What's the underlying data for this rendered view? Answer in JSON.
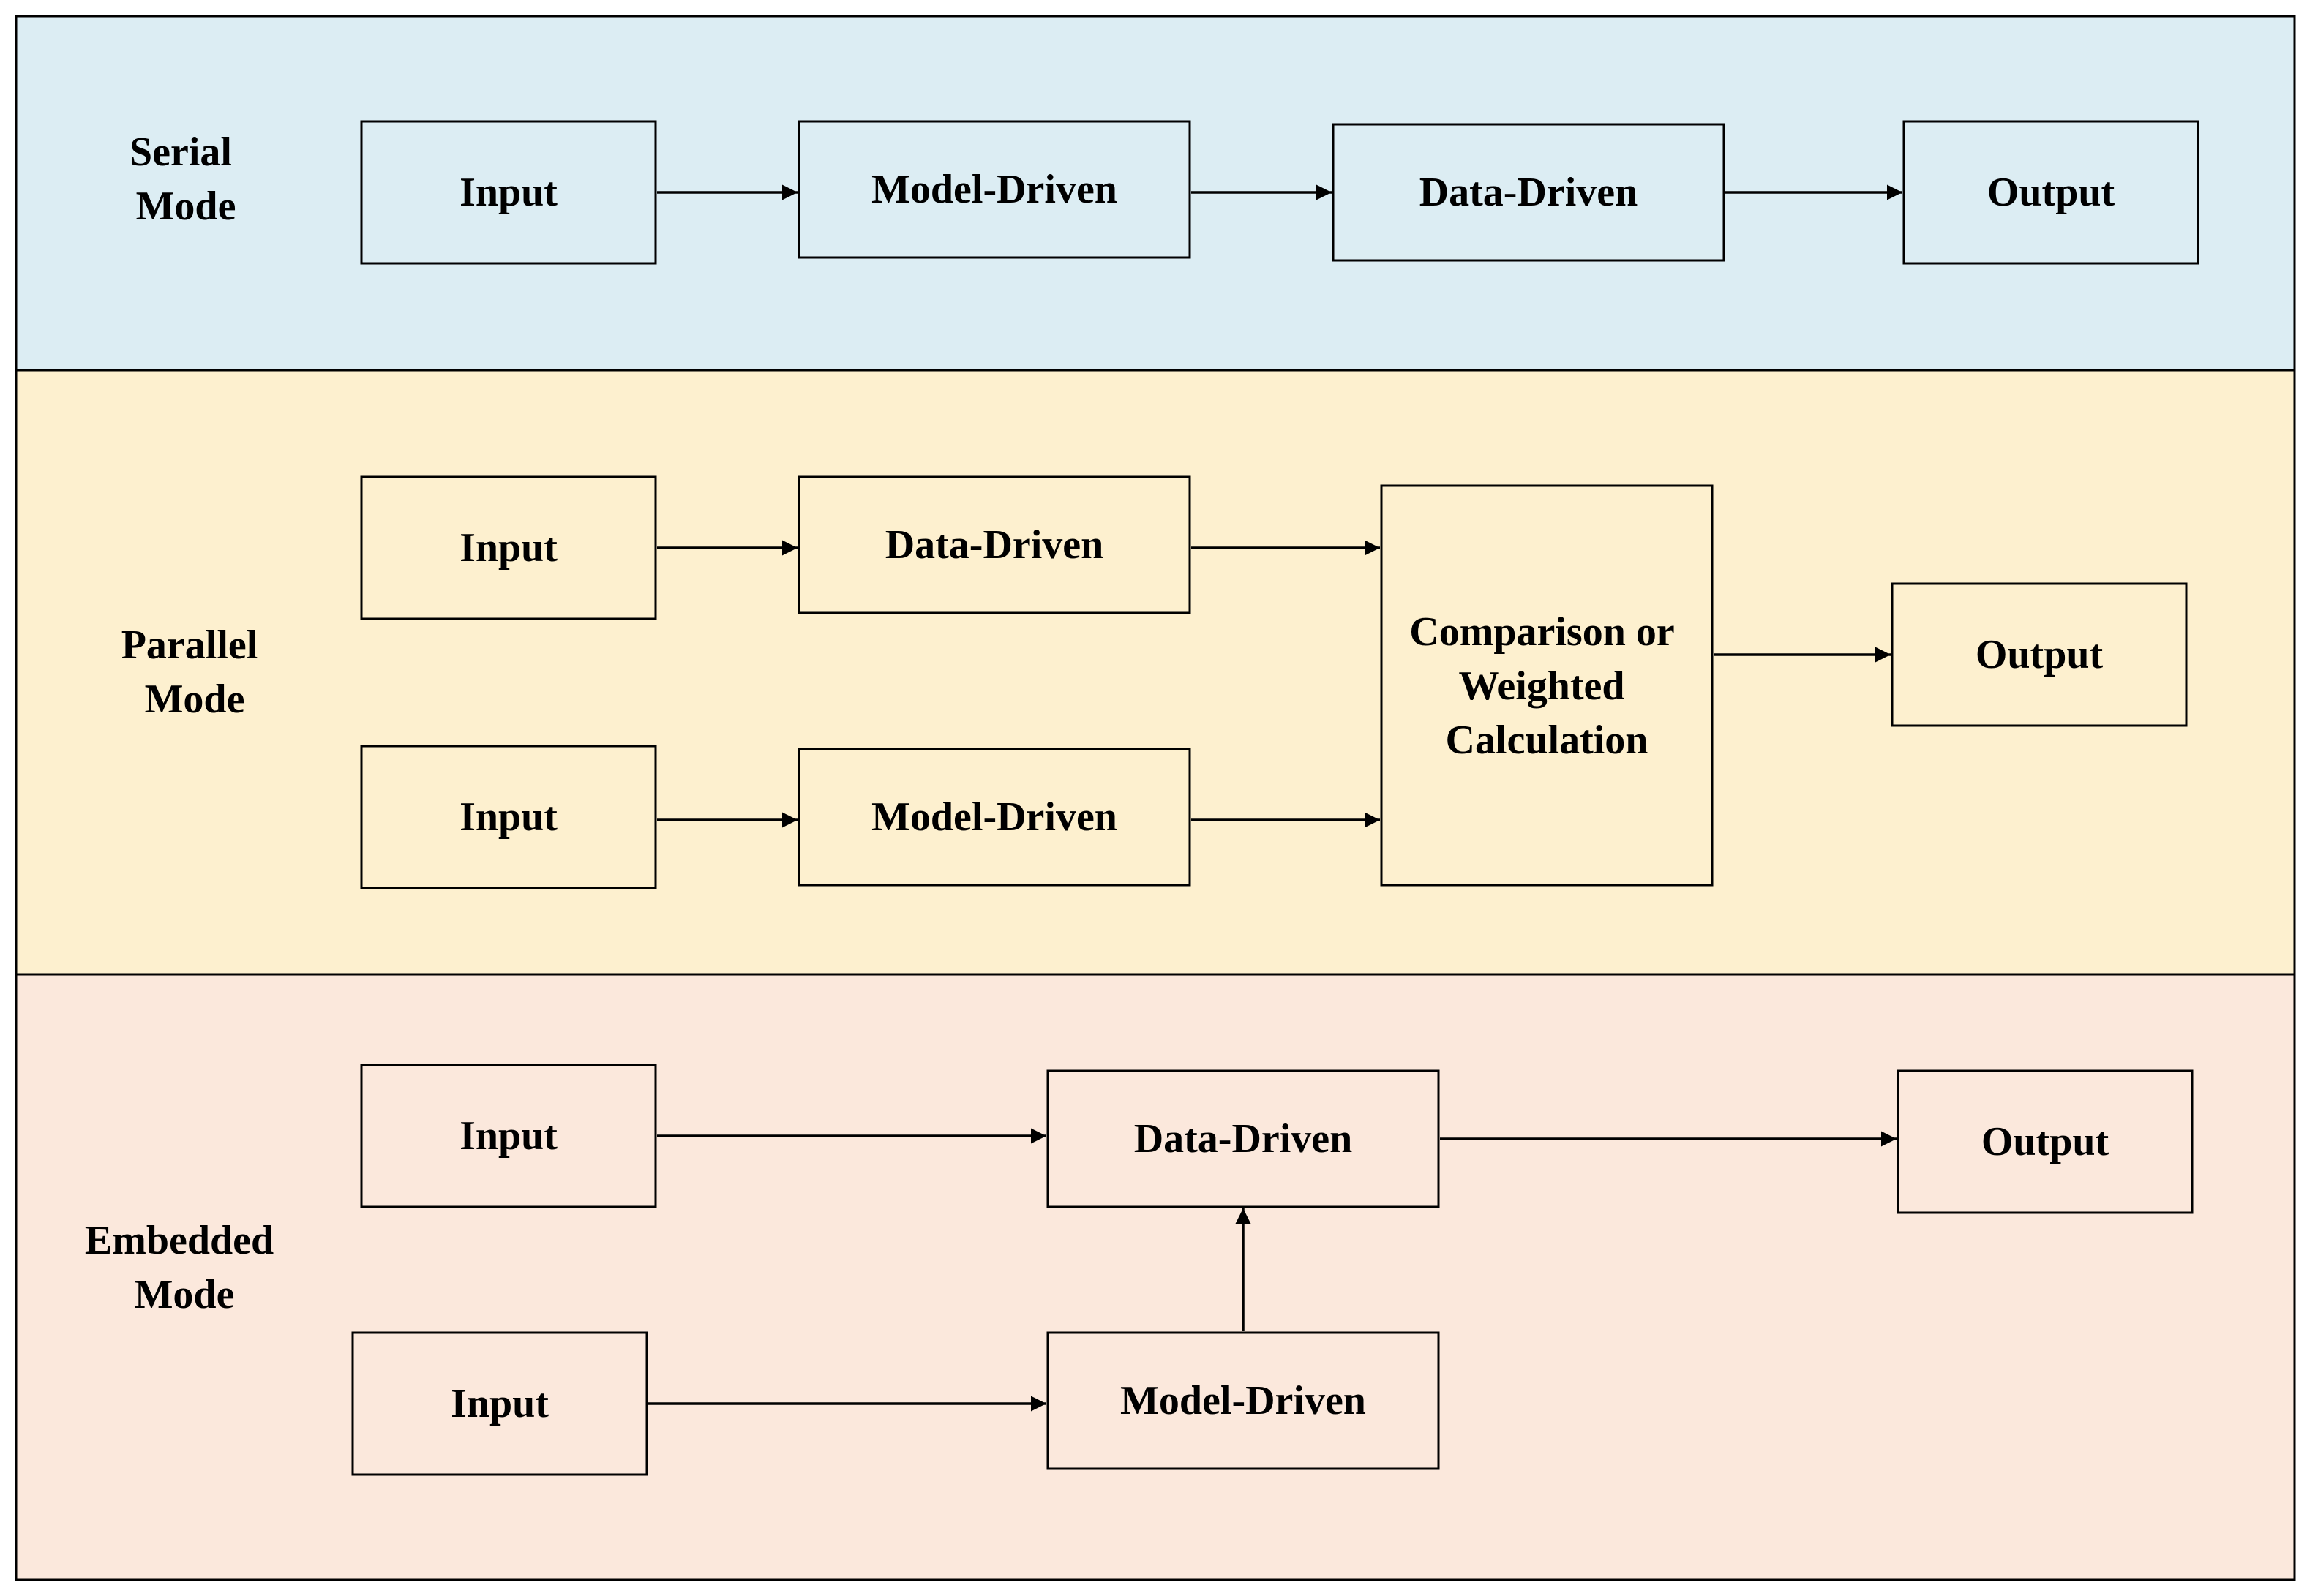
{
  "colors": {
    "serial_band": "#dcedf3",
    "parallel_band": "#fdf0cf",
    "embedded_band": "#fbe8dc",
    "stroke": "#000000",
    "text": "#000000"
  },
  "serial": {
    "mode_label": [
      "Serial",
      "Mode"
    ],
    "input": "Input",
    "model_driven": "Model-Driven",
    "data_driven": "Data-Driven",
    "output": "Output"
  },
  "parallel": {
    "mode_label": [
      "Parallel",
      "Mode"
    ],
    "input_top": "Input",
    "data_driven": "Data-Driven",
    "input_bottom": "Input",
    "model_driven": "Model-Driven",
    "combiner": [
      "Comparison or",
      "Weighted",
      "Calculation"
    ],
    "output": "Output"
  },
  "embedded": {
    "mode_label": [
      "Embedded",
      "Mode"
    ],
    "input_top": "Input",
    "data_driven": "Data-Driven",
    "output": "Output",
    "input_bottom": "Input",
    "model_driven": "Model-Driven"
  }
}
